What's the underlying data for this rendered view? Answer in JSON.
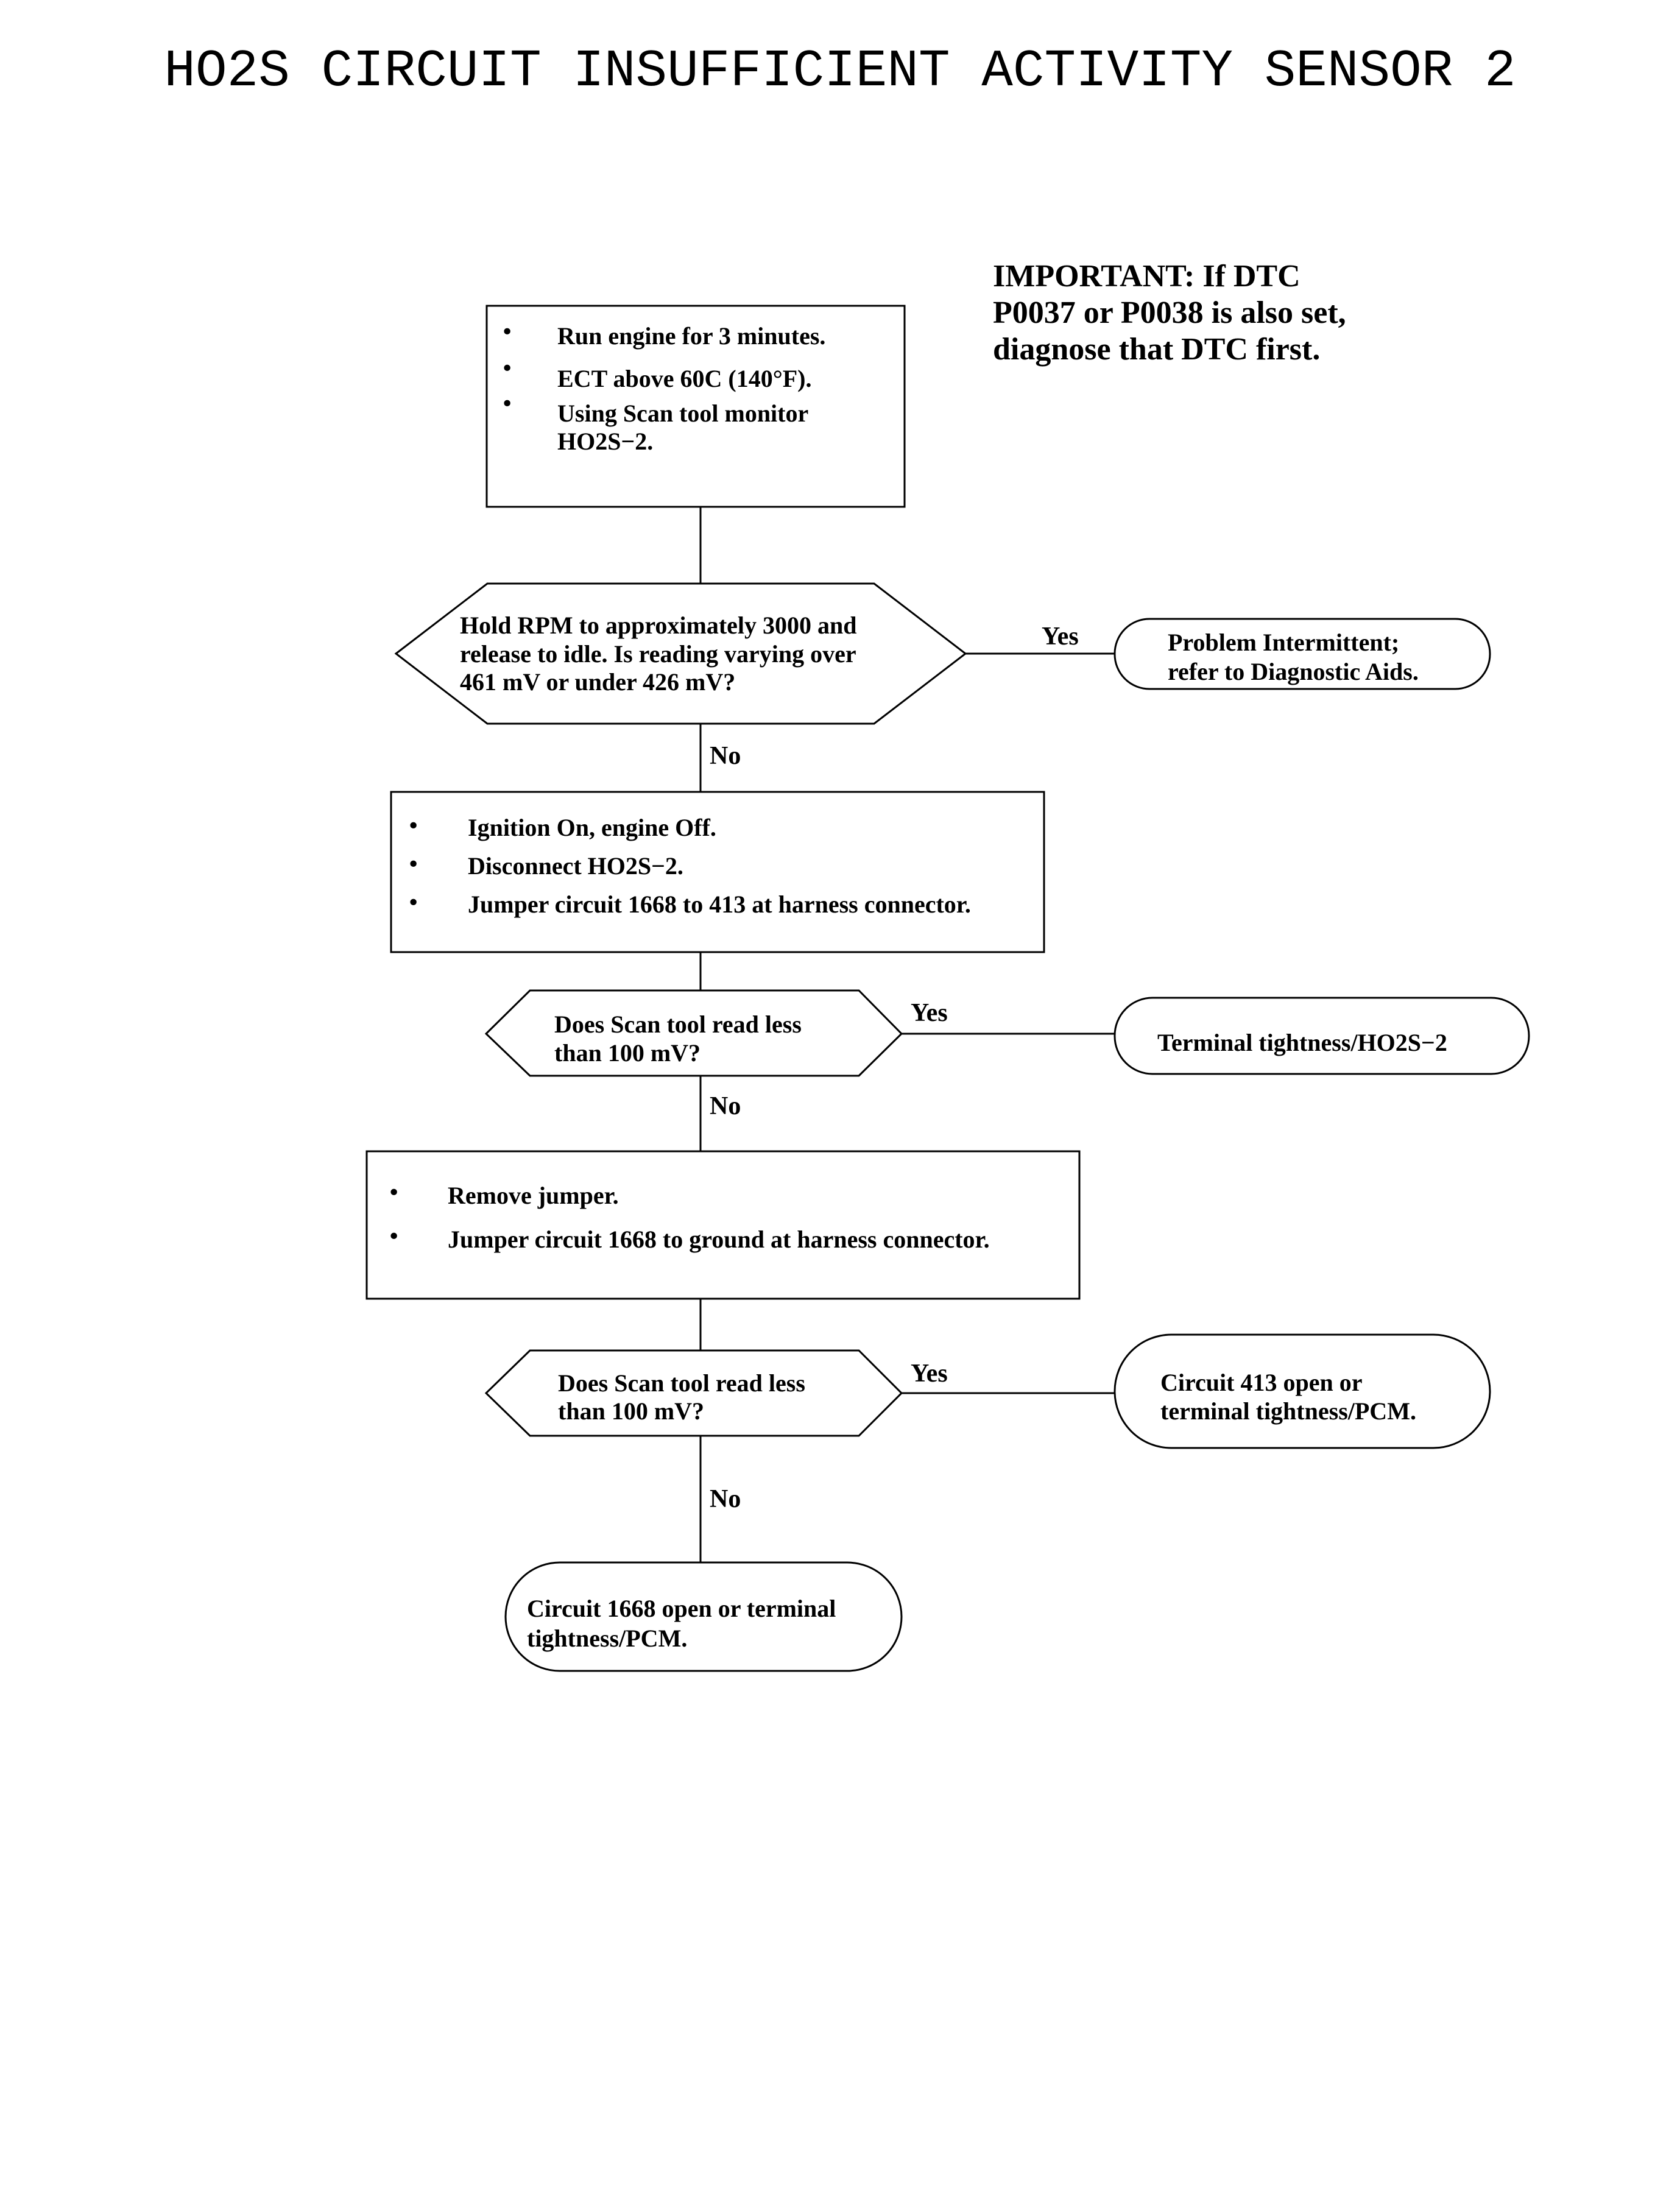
{
  "title": "HO2S CIRCUIT INSUFFICIENT ACTIVITY SENSOR 2",
  "important_note": {
    "lines": [
      "IMPORTANT:  If DTC",
      "P0037 or P0038 is also set,",
      "diagnose that DTC first."
    ]
  },
  "steps": {
    "step1": {
      "bullets": [
        [
          "Run engine for 3 minutes."
        ],
        [
          "ECT above 60C (140°F)."
        ],
        [
          "Using Scan tool monitor",
          "HO2S−2."
        ]
      ]
    },
    "decision1": {
      "lines": [
        "Hold RPM to approximately 3000 and",
        "release to idle. Is reading varying over",
        "461 mV or under 426 mV?"
      ]
    },
    "result1": {
      "lines": [
        "Problem Intermittent;",
        "refer to Diagnostic Aids."
      ]
    },
    "step2": {
      "bullets": [
        [
          "Ignition On, engine Off."
        ],
        [
          "Disconnect HO2S−2."
        ],
        [
          "Jumper circuit 1668 to 413 at harness connector."
        ]
      ]
    },
    "decision2": {
      "lines": [
        "Does Scan tool read less",
        "than 100 mV?"
      ]
    },
    "result2": {
      "lines": [
        "Terminal tightness/HO2S−2"
      ]
    },
    "step3": {
      "bullets": [
        [
          "Remove jumper."
        ],
        [
          "Jumper circuit 1668 to ground at harness connector."
        ]
      ]
    },
    "decision3": {
      "lines": [
        "Does Scan tool read less",
        "than 100 mV?"
      ]
    },
    "result3": {
      "lines": [
        "Circuit 413 open or",
        "terminal tightness/PCM."
      ]
    },
    "result4": {
      "lines": [
        "Circuit 1668 open or terminal",
        "tightness/PCM."
      ]
    }
  },
  "labels": {
    "yes": "Yes",
    "no": "No"
  },
  "bullet_char": "•"
}
